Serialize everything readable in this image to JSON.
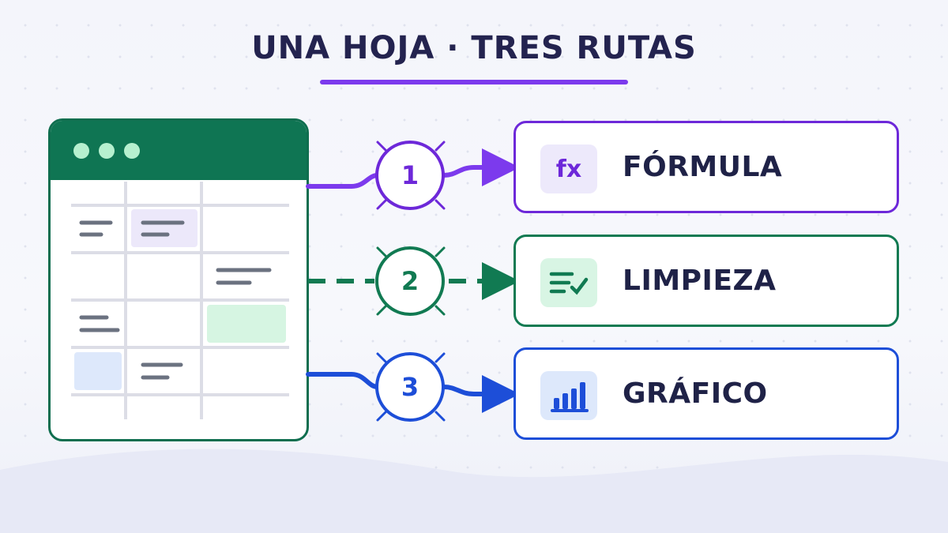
{
  "title": "UNA HOJA · TRES RUTAS",
  "colors": {
    "formula": "#6d28d9",
    "limpieza": "#117a52",
    "grafico": "#1d4ed8",
    "sheet_header": "#0f7553",
    "title": "#23234f"
  },
  "spreadsheet": {
    "icon": "spreadsheet-window-icon"
  },
  "routes": [
    {
      "number": "1",
      "label": "FÓRMULA",
      "icon": "fx-icon",
      "icon_text": "fx",
      "line_style": "solid"
    },
    {
      "number": "2",
      "label": "LIMPIEZA",
      "icon": "clean-list-check-icon",
      "line_style": "dashed"
    },
    {
      "number": "3",
      "label": "GRÁFICO",
      "icon": "bar-chart-icon",
      "line_style": "solid"
    }
  ]
}
